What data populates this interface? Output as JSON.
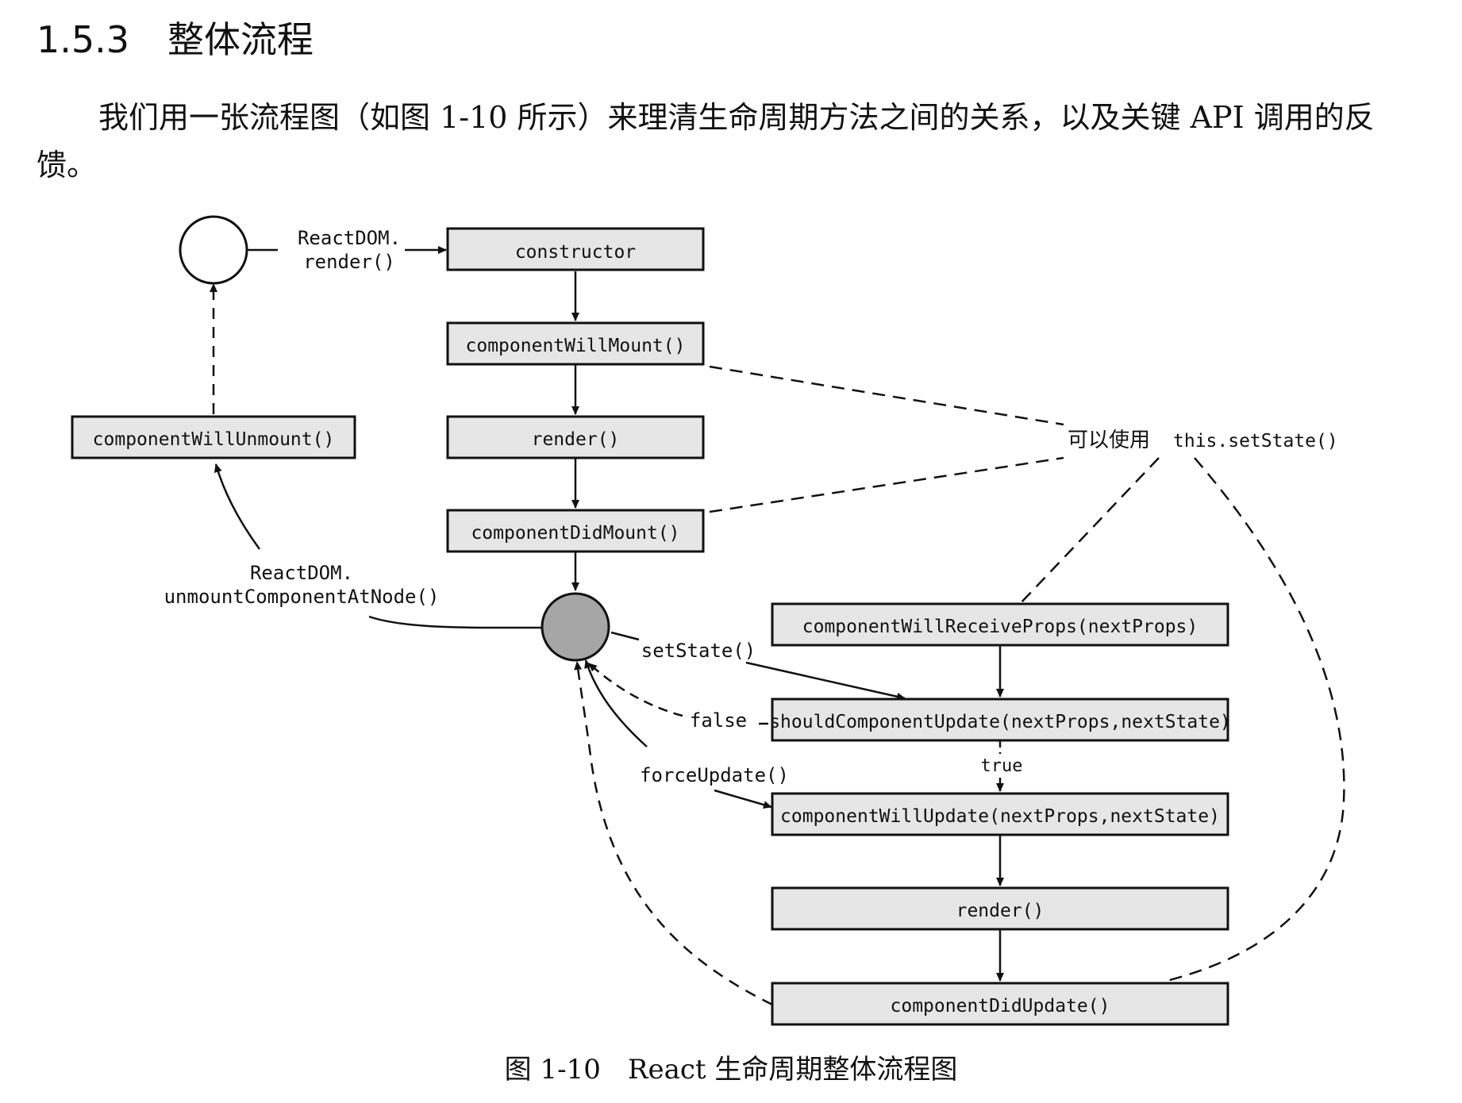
{
  "section": {
    "number": "1.5.3",
    "title": "整体流程"
  },
  "intro": "我们用一张流程图（如图 1-10 所示）来理清生命周期方法之间的关系，以及关键 API 调用的反馈。",
  "diagram": {
    "nodes": {
      "constructor": "constructor",
      "will_mount": "componentWillMount()",
      "render_mount": "render()",
      "did_mount": "componentDidMount()",
      "will_unmount": "componentWillUnmount()",
      "will_receive_props": "componentWillReceiveProps(nextProps)",
      "should_update": "shouldComponentUpdate(nextProps,nextState)",
      "will_update": "componentWillUpdate(nextProps,nextState)",
      "render_update": "render()",
      "did_update": "componentDidUpdate()"
    },
    "edge_labels": {
      "reactdom_render_line1": "ReactDOM.",
      "reactdom_render_line2": "render()",
      "unmount_line1": "ReactDOM.",
      "unmount_line2": "unmountComponentAtNode()",
      "set_state": "setState()",
      "force_update": "forceUpdate()",
      "false_label": "false",
      "true_label": "true"
    },
    "note": {
      "prefix": "可以使用",
      "code": "this.setState()"
    },
    "colors": {
      "box_fill": "#e6e6e6",
      "stroke": "#111111",
      "mounted_state_fill": "#a6a6a6",
      "start_state_fill": "#ffffff"
    }
  },
  "caption": {
    "number": "图 1-10",
    "text": "React 生命周期整体流程图"
  }
}
